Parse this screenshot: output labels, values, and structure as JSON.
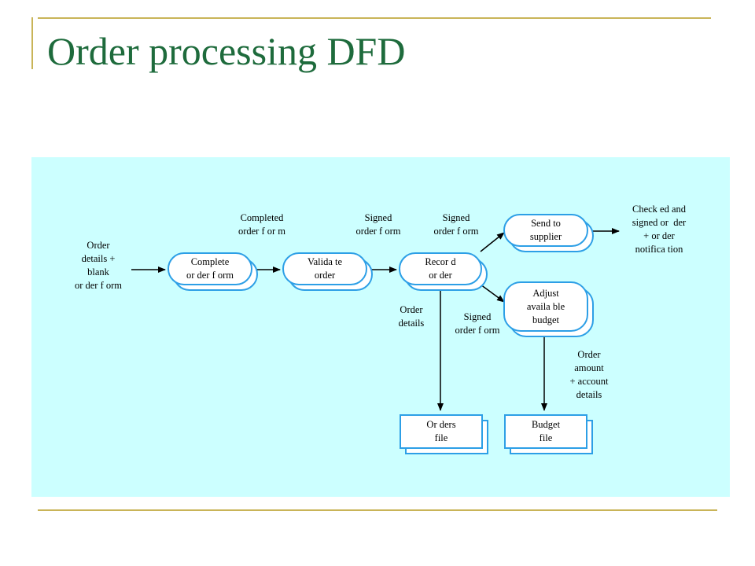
{
  "title": "Order processing DFD",
  "colors": {
    "title": "#1e6b3c",
    "accent_line": "#c9b458",
    "diagram_bg": "#ccffff",
    "node_border": "#2d9fe6"
  },
  "diagram": {
    "processes": {
      "complete": "Complete\nor der f orm",
      "validate": "Valida te\norder",
      "record": "Recor d\nor der",
      "send": "Send to\nsupplier",
      "adjust": "Adjust\navaila ble\nbudget"
    },
    "stores": {
      "orders": "Or ders\nfile",
      "budget": "Budget\nfile"
    },
    "flows": {
      "input": "Order\ndetails +\nblank\nor der f orm",
      "completed": "Completed\norder f or m",
      "signed1": "Signed\norder f orm",
      "signed2": "Signed\norder f orm",
      "order_details": "Order\ndetails",
      "signed3": "Signed\norder f orm",
      "output": "Check ed and\nsigned or  der\n+ or der\nnotifica tion",
      "order_amount": "Order\namount\n+ account\ndetails"
    }
  }
}
